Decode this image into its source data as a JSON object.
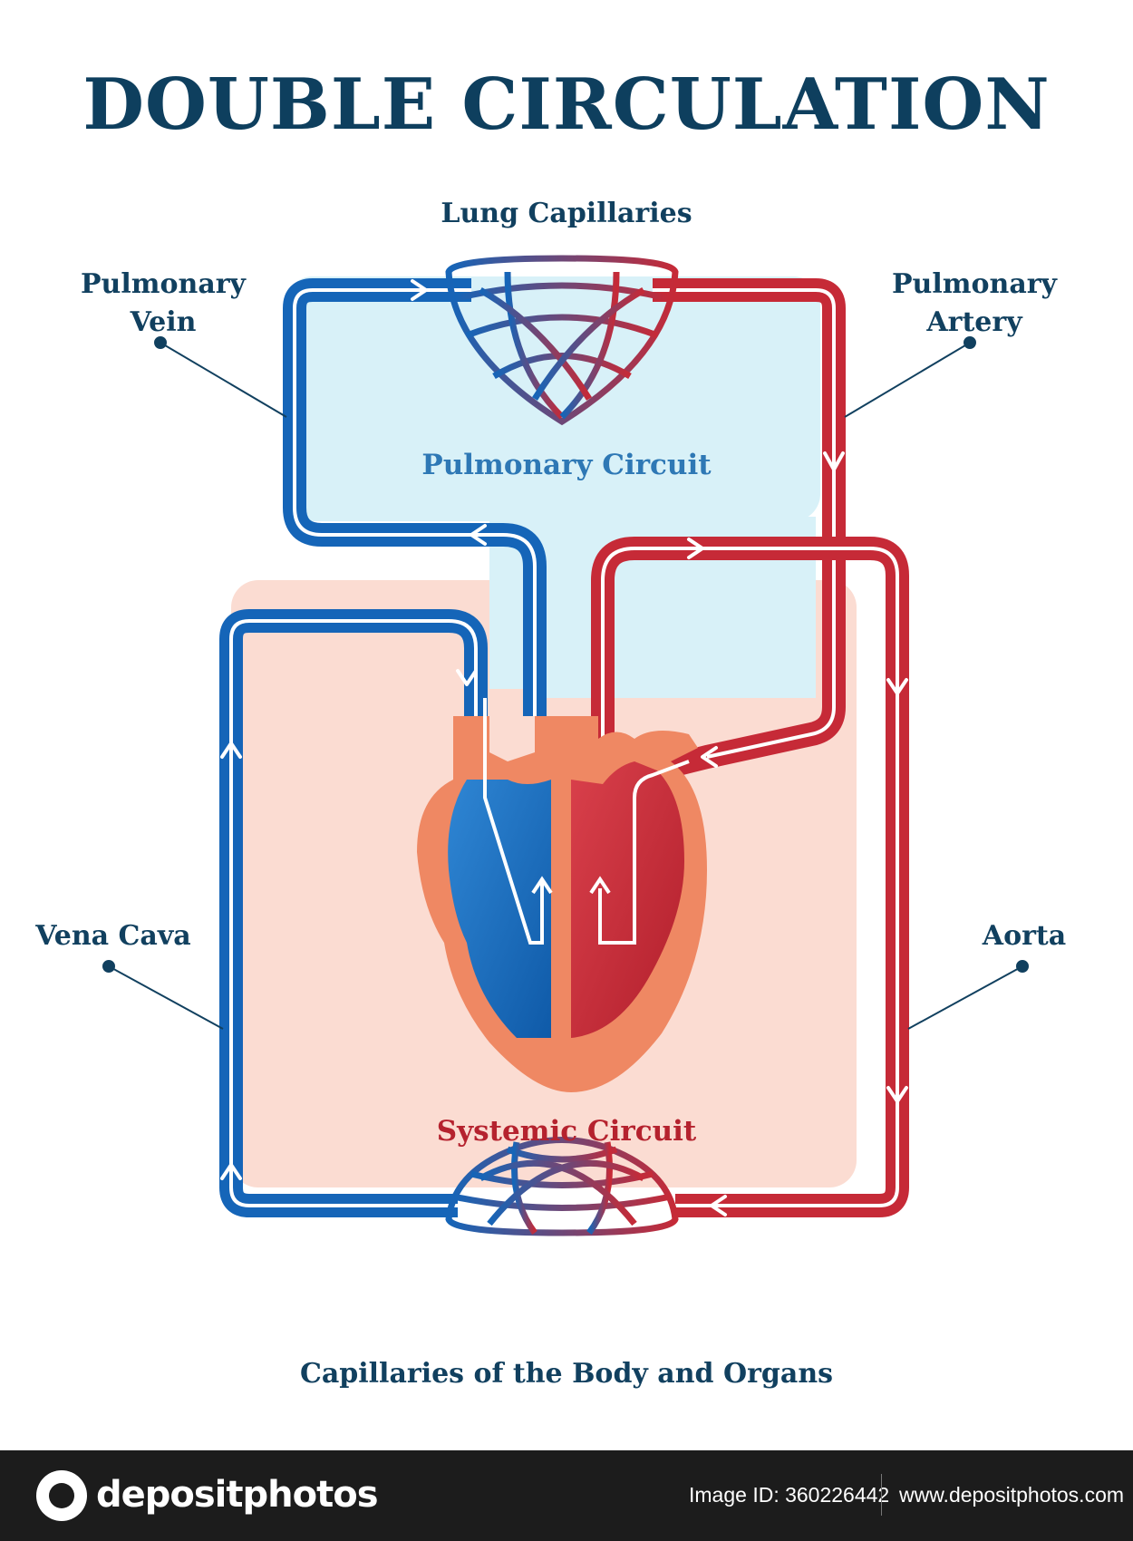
{
  "title": "DOUBLE CIRCULATION",
  "labels": {
    "lung_capillaries": "Lung Capillaries",
    "pulmonary_vein_1": "Pulmonary",
    "pulmonary_vein_2": "Vein",
    "pulmonary_artery_1": "Pulmonary",
    "pulmonary_artery_2": "Artery",
    "pulmonary_circuit": "Pulmonary Circuit",
    "vena_cava": "Vena Cava",
    "aorta": "Aorta",
    "systemic_circuit": "Systemic Circuit",
    "body_capillaries": "Capillaries of the Body and Organs"
  },
  "colors": {
    "title": "#0e3f5e",
    "label": "#11405f",
    "oxygen_poor": "#1565b8",
    "oxygen_rich": "#c62a37",
    "pulmonary_fill": "#d8f1f8",
    "systemic_fill": "#fbdcd2",
    "heart_wall": "#ef8863",
    "pulmonary_circuit_text": "#2e78b5",
    "systemic_circuit_text": "#b5222e"
  },
  "footer": {
    "brand": "depositphotos",
    "image_id": "Image ID: 360226442",
    "site": "www.depositphotos.com"
  }
}
